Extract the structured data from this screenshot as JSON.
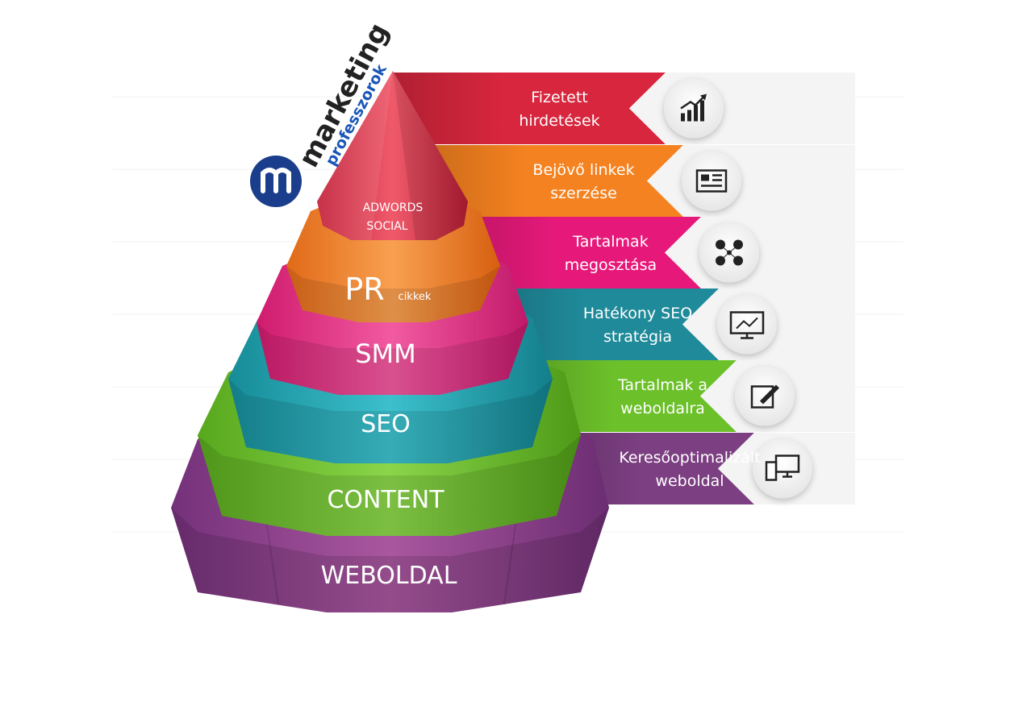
{
  "logo": {
    "line1": "marketing",
    "line2": "professzorok"
  },
  "pyramid": {
    "top": {
      "line1": "ADWORDS",
      "line2": "SOCIAL"
    },
    "pr": {
      "main": "PR",
      "sub": "cikkek"
    },
    "smm": "SMM",
    "seo": "SEO",
    "content": "CONTENT",
    "weboldal": "WEBOLDAL"
  },
  "bands": [
    {
      "line1": "Fizetett",
      "line2": "hirdetések",
      "icon": "bar-chart-growth-icon",
      "color": "#d7263d"
    },
    {
      "line1": "Bejövő linkek",
      "line2": "szerzése",
      "icon": "newspaper-icon",
      "color": "#f58220"
    },
    {
      "line1": "Tartalmak",
      "line2": "megosztása",
      "icon": "social-network-icon",
      "color": "#e6197a"
    },
    {
      "line1": "Hatékony SEO",
      "line2": "stratégia",
      "icon": "monitor-analytics-icon",
      "color": "#1f8a9a"
    },
    {
      "line1": "Tartalmak a",
      "line2": "weboldalra",
      "icon": "edit-pen-icon",
      "color": "#6cc02a"
    },
    {
      "line1": "Keresőoptimalizált",
      "line2": "weboldal",
      "icon": "devices-icon",
      "color": "#7c3f82"
    }
  ],
  "colors": {
    "red": "#e0364a",
    "orange": "#f5822a",
    "pink": "#ea2f85",
    "teal": "#24a9b6",
    "green": "#6cc02a",
    "purple": "#8c3f92"
  }
}
